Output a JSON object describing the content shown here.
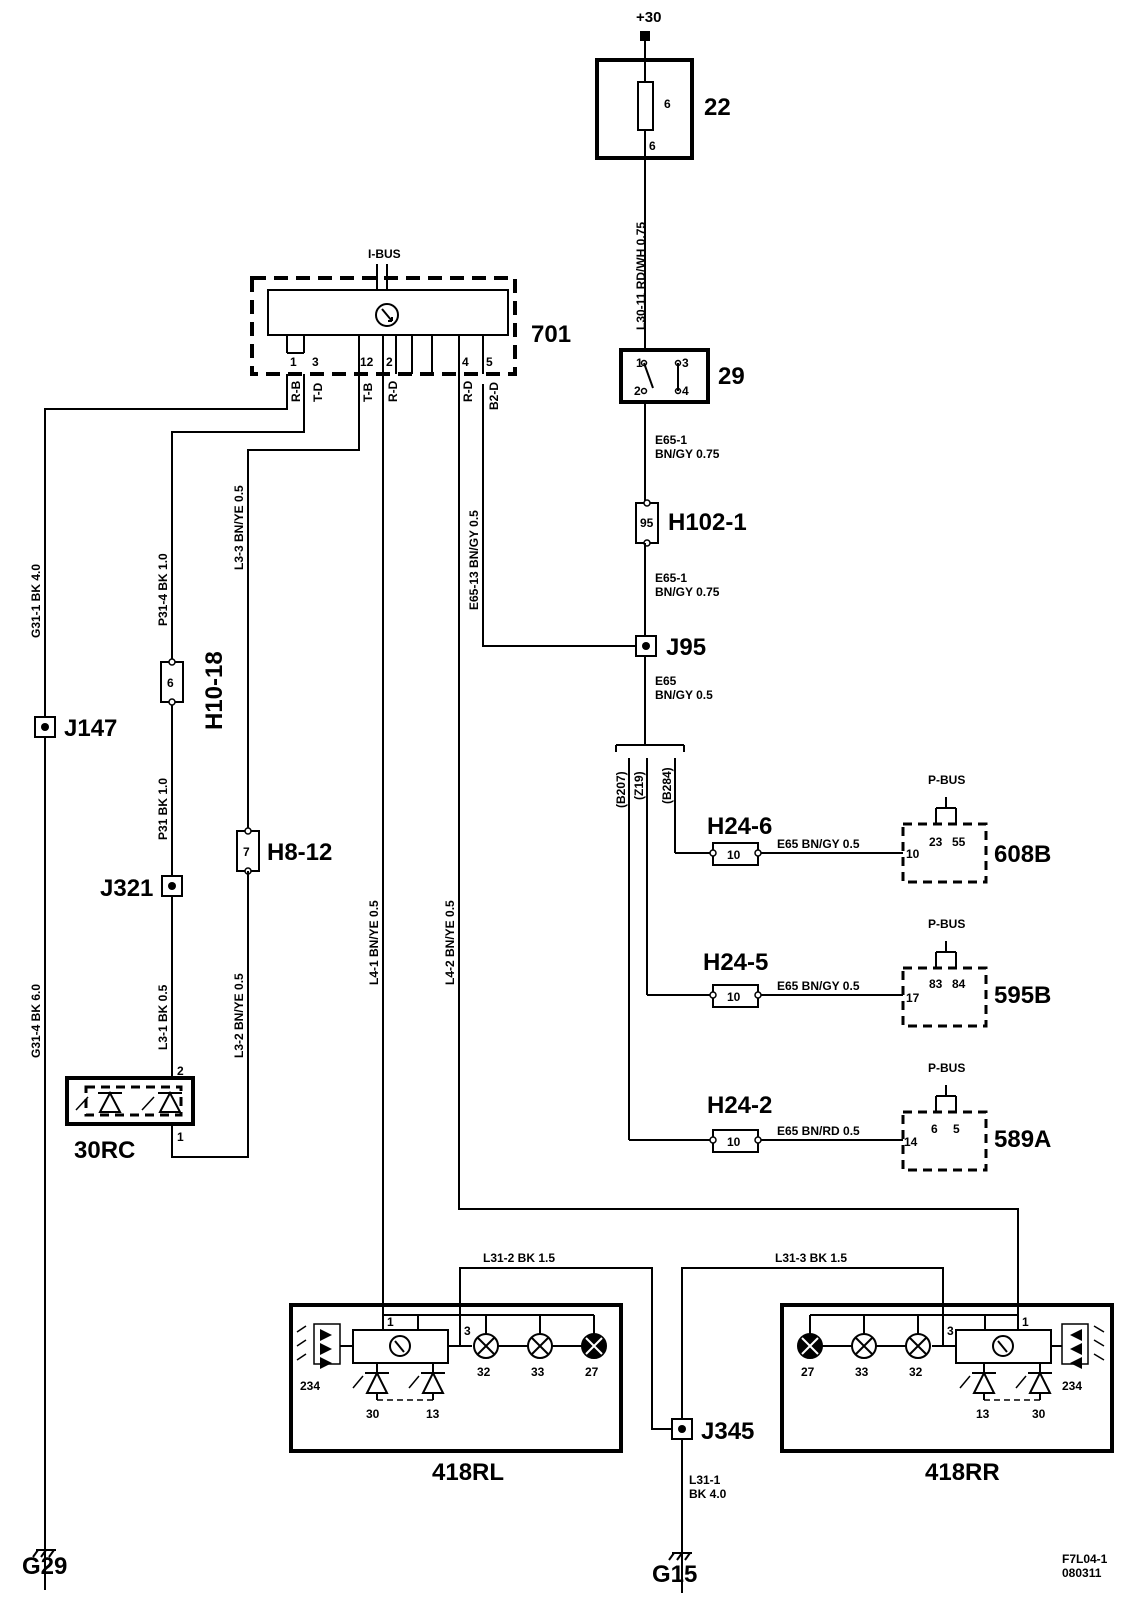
{
  "supply": {
    "label": "+30"
  },
  "fuse": {
    "id": "22",
    "number": "6",
    "pin": "6"
  },
  "wire_l30_11": "L30-11 RD/WH 0.75",
  "switch29": {
    "id": "29",
    "pins": [
      "1",
      "3",
      "2",
      "4"
    ]
  },
  "wire_e65_1a": {
    "line1": "E65-1",
    "line2": "BN/GY 0.75"
  },
  "h102": {
    "id": "H102-1",
    "pin": "95"
  },
  "wire_e65_1b": {
    "line1": "E65-1",
    "line2": "BN/GY 0.75"
  },
  "j95": "J95",
  "wire_e65_13": "E65-13 BN/GY 0.5",
  "wire_e65": {
    "line1": "E65",
    "line2": "BN/GY 0.5"
  },
  "branches": [
    "(B207)",
    "(Z19)",
    "(B284)"
  ],
  "ecu701": {
    "id": "701",
    "bus": "I-BUS",
    "pins": [
      "1",
      "3",
      "12",
      "2",
      "4",
      "5"
    ],
    "sigs": [
      "R-B",
      "T-D",
      "T-B",
      "R-D",
      "R-D",
      "B2-D"
    ]
  },
  "modules": [
    {
      "conn": "H24-6",
      "pin": "10",
      "wire": "E65 BN/GY 0.5",
      "pinIn": "10",
      "bus": "P-BUS",
      "busPins": [
        "23",
        "55"
      ],
      "id": "608B"
    },
    {
      "conn": "H24-5",
      "pin": "10",
      "wire": "E65 BN/GY 0.5",
      "pinIn": "17",
      "bus": "P-BUS",
      "busPins": [
        "83",
        "84"
      ],
      "id": "595B"
    },
    {
      "conn": "H24-2",
      "pin": "10",
      "wire": "E65 BN/RD 0.5",
      "pinIn": "14",
      "bus": "P-BUS",
      "busPins": [
        "6",
        "5"
      ],
      "id": "589A"
    }
  ],
  "wires_left": {
    "g31_1": "G31-1 BK 4.0",
    "p31_4": "P31-4 BK 1.0",
    "l3_3": "L3-3 BN/YE 0.5",
    "p31": "P31 BK 1.0",
    "g31_4": "G31-4 BK 6.0",
    "l3_1": "L3-1 BK 0.5",
    "l3_2": "L3-2 BN/YE 0.5",
    "l4_1": "L4-1 BN/YE 0.5",
    "l4_2": "L4-2 BN/YE 0.5"
  },
  "j147": "J147",
  "h10": {
    "id": "H10-18",
    "pin": "6"
  },
  "h8": {
    "id": "H8-12",
    "pin": "7"
  },
  "j321": "J321",
  "rc30": {
    "id": "30RC",
    "pin1": "1",
    "pin2": "2"
  },
  "l31_2": "L31-2 BK 1.5",
  "l31_3": "L31-3 BK 1.5",
  "lamp_rl": {
    "id": "418RL",
    "pin1": "1",
    "pin3": "3",
    "labels": [
      "234",
      "30",
      "13",
      "32",
      "33",
      "27"
    ]
  },
  "lamp_rr": {
    "id": "418RR",
    "pin1": "1",
    "pin3": "3",
    "labels": [
      "27",
      "33",
      "32",
      "13",
      "30",
      "234"
    ]
  },
  "j345": "J345",
  "l31_1": {
    "line1": "L31-1",
    "line2": "BK 4.0"
  },
  "grounds": [
    "G29",
    "G15"
  ],
  "footer": {
    "line1": "F7L04-1",
    "line2": "080311"
  }
}
